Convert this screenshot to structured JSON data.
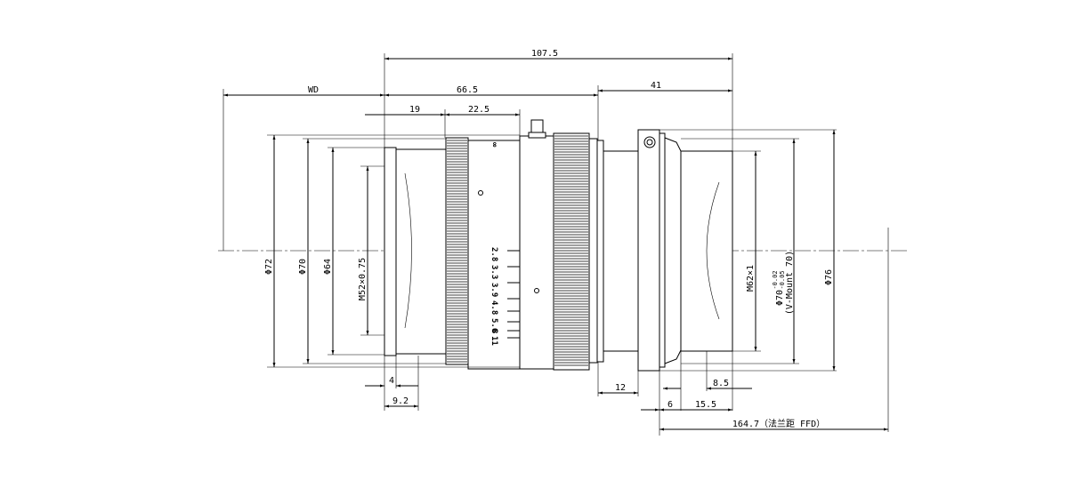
{
  "dimensions": {
    "total_length": "107.5",
    "wd": "WD",
    "body_length": "66.5",
    "mount_length": "41",
    "front_to_focus_ring": "19",
    "focus_ring_width": "22.5",
    "dia_72": "Φ72",
    "dia_70": "Φ70",
    "dia_64": "Φ64",
    "filter_thread": "M52×0.75",
    "rear_thread": "M62×1",
    "mount_dia": "Φ70",
    "mount_tol_upper": "-0.02",
    "mount_tol_lower": "-0.05",
    "mount_type": "(V-Mount 70)",
    "dia_76": "Φ76",
    "front_4": "4",
    "front_9_2": "9.2",
    "rear_12": "12",
    "rear_6": "6",
    "rear_15_5": "15.5",
    "rear_8_5": "8.5",
    "ffd": "164.7（法兰距 FFD）"
  },
  "focus_scale": {
    "top_mark": "∞",
    "f_numbers": [
      "2.8",
      "3.3",
      "3.9",
      "4.8",
      "5.6",
      "8",
      "11"
    ]
  }
}
